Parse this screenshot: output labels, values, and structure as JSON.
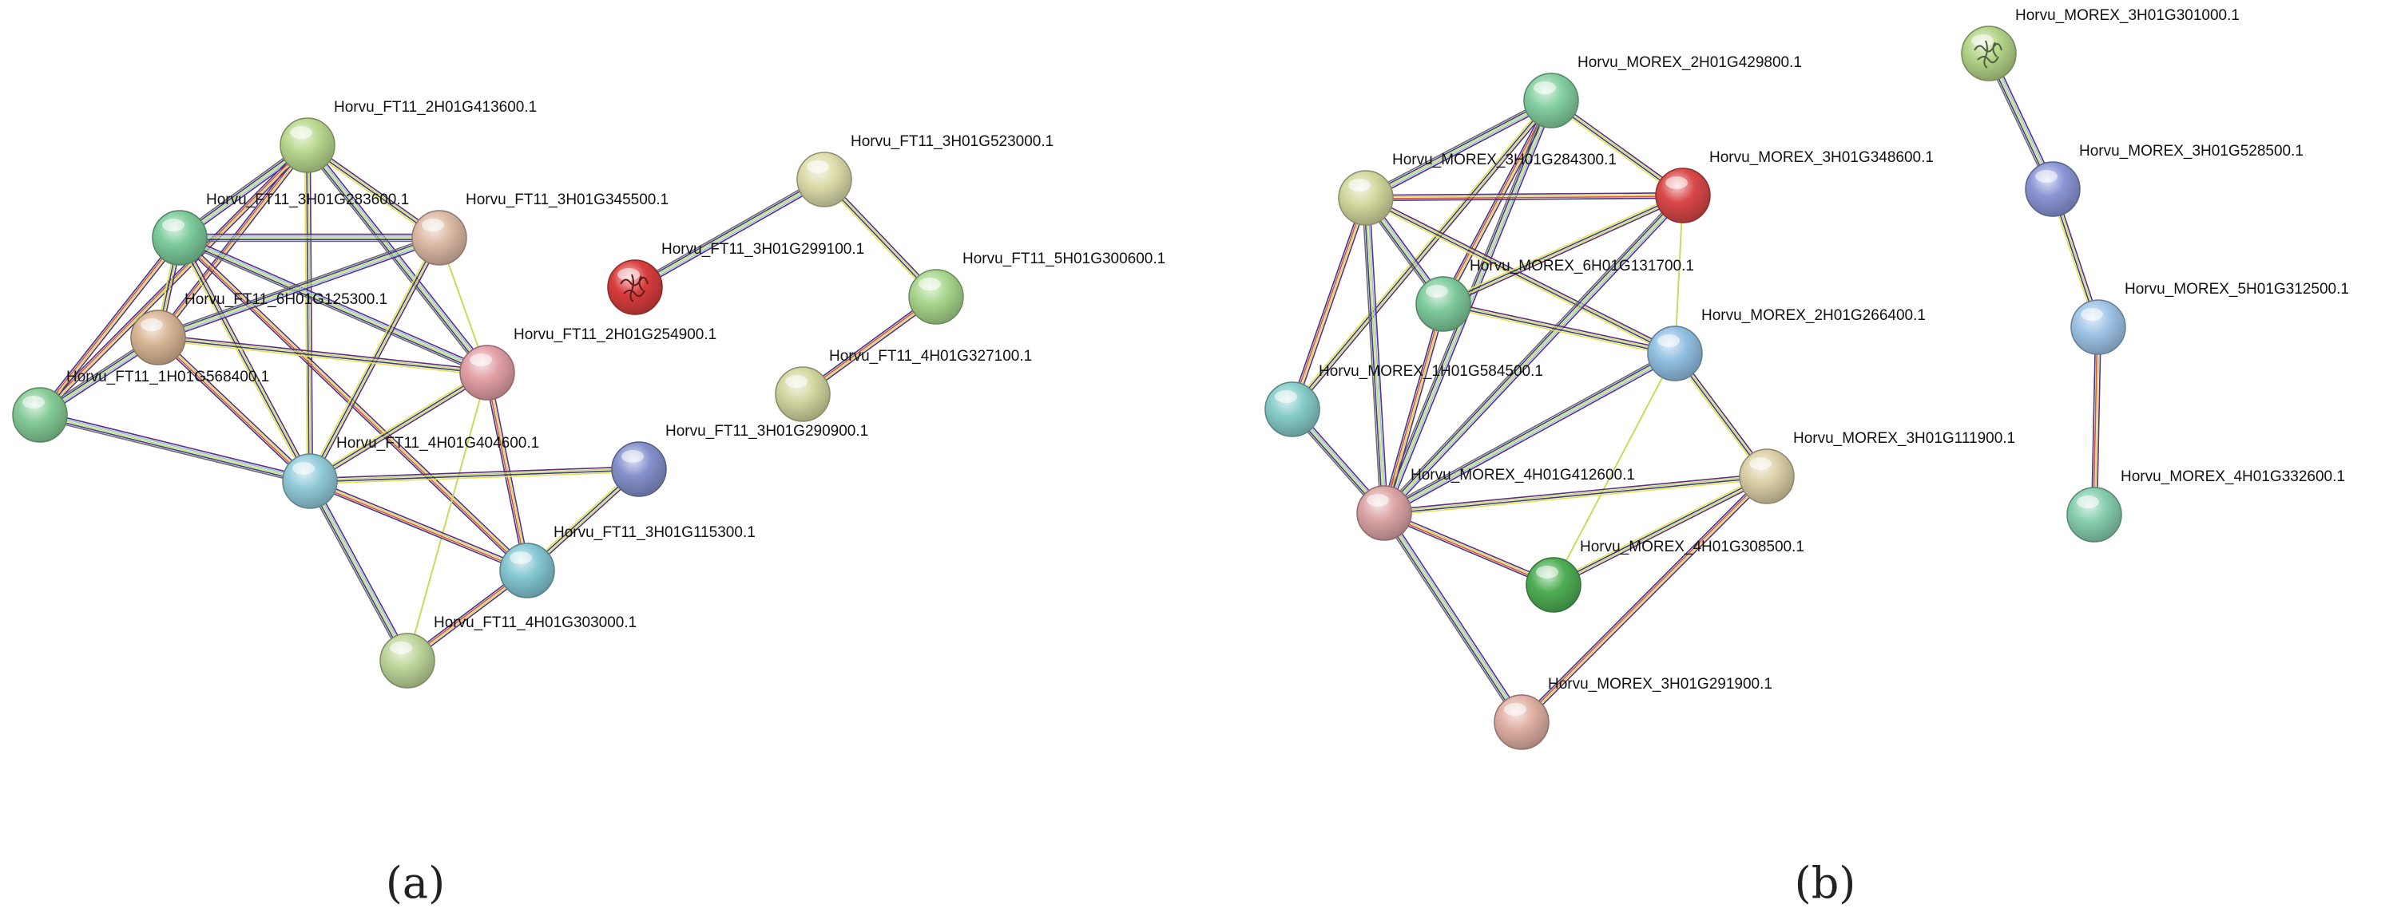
{
  "panels": [
    {
      "id": "a",
      "caption": "(a)",
      "nodes": [
        {
          "id": "Horvu_FT11_2H01G413600.1",
          "label": "Horvu_FT11_2H01G413600.1",
          "color": "#b9d88e"
        },
        {
          "id": "Horvu_FT11_3H01G283600.1",
          "label": "Horvu_FT11_3H01G283600.1",
          "color": "#7ccb9b"
        },
        {
          "id": "Horvu_FT11_3H01G345500.1",
          "label": "Horvu_FT11_3H01G345500.1",
          "color": "#dcb9a5"
        },
        {
          "id": "Horvu_FT11_6H01G125300.1",
          "label": "Horvu_FT11_6H01G125300.1",
          "color": "#d7b595"
        },
        {
          "id": "Horvu_FT11_1H01G568400.1",
          "label": "Horvu_FT11_1H01G568400.1",
          "color": "#85cc97"
        },
        {
          "id": "Horvu_FT11_2H01G254900.1",
          "label": "Horvu_FT11_2H01G254900.1",
          "color": "#e2a0a6"
        },
        {
          "id": "Horvu_FT11_4H01G404600.1",
          "label": "Horvu_FT11_4H01G404600.1",
          "color": "#92cbd9"
        },
        {
          "id": "Horvu_FT11_3H01G290900.1",
          "label": "Horvu_FT11_3H01G290900.1",
          "color": "#8591cc"
        },
        {
          "id": "Horvu_FT11_3H01G115300.1",
          "label": "Horvu_FT11_3H01G115300.1",
          "color": "#84c7d2"
        },
        {
          "id": "Horvu_FT11_4H01G303000.1",
          "label": "Horvu_FT11_4H01G303000.1",
          "color": "#bed59a"
        },
        {
          "id": "Horvu_FT11_3H01G523000.1",
          "label": "Horvu_FT11_3H01G523000.1",
          "color": "#dcdcaa"
        },
        {
          "id": "Horvu_FT11_3H01G299100.1",
          "label": "Horvu_FT11_3H01G299100.1",
          "color": "#d93d3d",
          "structure": true
        },
        {
          "id": "Horvu_FT11_5H01G300600.1",
          "label": "Horvu_FT11_5H01G300600.1",
          "color": "#a8d68c"
        },
        {
          "id": "Horvu_FT11_4H01G327100.1",
          "label": "Horvu_FT11_4H01G327100.1",
          "color": "#d2d7a0"
        }
      ],
      "edges": [
        {
          "from": "Horvu_FT11_2H01G413600.1",
          "to": "Horvu_FT11_3H01G283600.1"
        },
        {
          "from": "Horvu_FT11_2H01G413600.1",
          "to": "Horvu_FT11_3H01G345500.1"
        },
        {
          "from": "Horvu_FT11_2H01G413600.1",
          "to": "Horvu_FT11_6H01G125300.1"
        },
        {
          "from": "Horvu_FT11_2H01G413600.1",
          "to": "Horvu_FT11_2H01G254900.1"
        },
        {
          "from": "Horvu_FT11_2H01G413600.1",
          "to": "Horvu_FT11_4H01G404600.1"
        },
        {
          "from": "Horvu_FT11_2H01G413600.1",
          "to": "Horvu_FT11_1H01G568400.1"
        },
        {
          "from": "Horvu_FT11_3H01G283600.1",
          "to": "Horvu_FT11_3H01G345500.1"
        },
        {
          "from": "Horvu_FT11_3H01G283600.1",
          "to": "Horvu_FT11_6H01G125300.1"
        },
        {
          "from": "Horvu_FT11_3H01G283600.1",
          "to": "Horvu_FT11_1H01G568400.1"
        },
        {
          "from": "Horvu_FT11_3H01G283600.1",
          "to": "Horvu_FT11_2H01G254900.1"
        },
        {
          "from": "Horvu_FT11_3H01G283600.1",
          "to": "Horvu_FT11_4H01G404600.1"
        },
        {
          "from": "Horvu_FT11_3H01G283600.1",
          "to": "Horvu_FT11_3H01G115300.1"
        },
        {
          "from": "Horvu_FT11_3H01G345500.1",
          "to": "Horvu_FT11_6H01G125300.1"
        },
        {
          "from": "Horvu_FT11_3H01G345500.1",
          "to": "Horvu_FT11_4H01G404600.1"
        },
        {
          "from": "Horvu_FT11_3H01G345500.1",
          "to": "Horvu_FT11_2H01G254900.1",
          "type": "single"
        },
        {
          "from": "Horvu_FT11_6H01G125300.1",
          "to": "Horvu_FT11_1H01G568400.1"
        },
        {
          "from": "Horvu_FT11_6H01G125300.1",
          "to": "Horvu_FT11_2H01G254900.1"
        },
        {
          "from": "Horvu_FT11_6H01G125300.1",
          "to": "Horvu_FT11_4H01G404600.1"
        },
        {
          "from": "Horvu_FT11_1H01G568400.1",
          "to": "Horvu_FT11_4H01G404600.1"
        },
        {
          "from": "Horvu_FT11_2H01G254900.1",
          "to": "Horvu_FT11_4H01G404600.1"
        },
        {
          "from": "Horvu_FT11_2H01G254900.1",
          "to": "Horvu_FT11_3H01G115300.1"
        },
        {
          "from": "Horvu_FT11_2H01G254900.1",
          "to": "Horvu_FT11_4H01G303000.1",
          "type": "single"
        },
        {
          "from": "Horvu_FT11_4H01G404600.1",
          "to": "Horvu_FT11_3H01G290900.1"
        },
        {
          "from": "Horvu_FT11_4H01G404600.1",
          "to": "Horvu_FT11_3H01G115300.1"
        },
        {
          "from": "Horvu_FT11_4H01G404600.1",
          "to": "Horvu_FT11_4H01G303000.1"
        },
        {
          "from": "Horvu_FT11_3H01G290900.1",
          "to": "Horvu_FT11_3H01G115300.1"
        },
        {
          "from": "Horvu_FT11_3H01G115300.1",
          "to": "Horvu_FT11_4H01G303000.1"
        },
        {
          "from": "Horvu_FT11_3H01G523000.1",
          "to": "Horvu_FT11_3H01G299100.1"
        },
        {
          "from": "Horvu_FT11_3H01G523000.1",
          "to": "Horvu_FT11_5H01G300600.1"
        },
        {
          "from": "Horvu_FT11_5H01G300600.1",
          "to": "Horvu_FT11_4H01G327100.1"
        }
      ]
    },
    {
      "id": "b",
      "caption": "(b)",
      "nodes": [
        {
          "id": "Horvu_MOREX_2H01G429800.1",
          "label": "Horvu_MOREX_2H01G429800.1",
          "color": "#84cfa0"
        },
        {
          "id": "Horvu_MOREX_3H01G284300.1",
          "label": "Horvu_MOREX_3H01G284300.1",
          "color": "#d3d89e"
        },
        {
          "id": "Horvu_MOREX_3H01G348600.1",
          "label": "Horvu_MOREX_3H01G348600.1",
          "color": "#d94848"
        },
        {
          "id": "Horvu_MOREX_6H01G131700.1",
          "label": "Horvu_MOREX_6H01G131700.1",
          "color": "#7fcb9c"
        },
        {
          "id": "Horvu_MOREX_2H01G266400.1",
          "label": "Horvu_MOREX_2H01G266400.1",
          "color": "#92c0e2"
        },
        {
          "id": "Horvu_MOREX_1H01G584500.1",
          "label": "Horvu_MOREX_1H01G584500.1",
          "color": "#86ccc9"
        },
        {
          "id": "Horvu_MOREX_3H01G111900.1",
          "label": "Horvu_MOREX_3H01G111900.1",
          "color": "#dbcfa6"
        },
        {
          "id": "Horvu_MOREX_4H01G412600.1",
          "label": "Horvu_MOREX_4H01G412600.1",
          "color": "#dca4a6"
        },
        {
          "id": "Horvu_MOREX_4H01G308500.1",
          "label": "Horvu_MOREX_4H01G308500.1",
          "color": "#4fae55"
        },
        {
          "id": "Horvu_MOREX_3H01G291900.1",
          "label": "Horvu_MOREX_3H01G291900.1",
          "color": "#e0b0a4"
        },
        {
          "id": "Horvu_MOREX_3H01G301000.1",
          "label": "Horvu_MOREX_3H01G301000.1",
          "color": "#b4d488",
          "structure": true
        },
        {
          "id": "Horvu_MOREX_3H01G528500.1",
          "label": "Horvu_MOREX_3H01G528500.1",
          "color": "#8b96d6"
        },
        {
          "id": "Horvu_MOREX_5H01G312500.1",
          "label": "Horvu_MOREX_5H01G312500.1",
          "color": "#9ec4e6"
        },
        {
          "id": "Horvu_MOREX_4H01G332600.1",
          "label": "Horvu_MOREX_4H01G332600.1",
          "color": "#86cfae"
        }
      ],
      "edges": [
        {
          "from": "Horvu_MOREX_2H01G429800.1",
          "to": "Horvu_MOREX_3H01G284300.1"
        },
        {
          "from": "Horvu_MOREX_2H01G429800.1",
          "to": "Horvu_MOREX_3H01G348600.1"
        },
        {
          "from": "Horvu_MOREX_2H01G429800.1",
          "to": "Horvu_MOREX_6H01G131700.1"
        },
        {
          "from": "Horvu_MOREX_2H01G429800.1",
          "to": "Horvu_MOREX_4H01G412600.1"
        },
        {
          "from": "Horvu_MOREX_2H01G429800.1",
          "to": "Horvu_MOREX_1H01G584500.1"
        },
        {
          "from": "Horvu_MOREX_3H01G284300.1",
          "to": "Horvu_MOREX_3H01G348600.1"
        },
        {
          "from": "Horvu_MOREX_3H01G284300.1",
          "to": "Horvu_MOREX_6H01G131700.1"
        },
        {
          "from": "Horvu_MOREX_3H01G284300.1",
          "to": "Horvu_MOREX_2H01G266400.1"
        },
        {
          "from": "Horvu_MOREX_3H01G284300.1",
          "to": "Horvu_MOREX_1H01G584500.1"
        },
        {
          "from": "Horvu_MOREX_3H01G284300.1",
          "to": "Horvu_MOREX_4H01G412600.1"
        },
        {
          "from": "Horvu_MOREX_3H01G348600.1",
          "to": "Horvu_MOREX_6H01G131700.1"
        },
        {
          "from": "Horvu_MOREX_3H01G348600.1",
          "to": "Horvu_MOREX_2H01G266400.1",
          "type": "single"
        },
        {
          "from": "Horvu_MOREX_3H01G348600.1",
          "to": "Horvu_MOREX_4H01G412600.1"
        },
        {
          "from": "Horvu_MOREX_6H01G131700.1",
          "to": "Horvu_MOREX_2H01G266400.1"
        },
        {
          "from": "Horvu_MOREX_6H01G131700.1",
          "to": "Horvu_MOREX_4H01G412600.1"
        },
        {
          "from": "Horvu_MOREX_2H01G266400.1",
          "to": "Horvu_MOREX_4H01G412600.1"
        },
        {
          "from": "Horvu_MOREX_2H01G266400.1",
          "to": "Horvu_MOREX_3H01G111900.1"
        },
        {
          "from": "Horvu_MOREX_2H01G266400.1",
          "to": "Horvu_MOREX_4H01G308500.1",
          "type": "single"
        },
        {
          "from": "Horvu_MOREX_1H01G584500.1",
          "to": "Horvu_MOREX_4H01G412600.1"
        },
        {
          "from": "Horvu_MOREX_4H01G412600.1",
          "to": "Horvu_MOREX_3H01G111900.1"
        },
        {
          "from": "Horvu_MOREX_4H01G412600.1",
          "to": "Horvu_MOREX_4H01G308500.1"
        },
        {
          "from": "Horvu_MOREX_4H01G412600.1",
          "to": "Horvu_MOREX_3H01G291900.1"
        },
        {
          "from": "Horvu_MOREX_3H01G111900.1",
          "to": "Horvu_MOREX_4H01G308500.1"
        },
        {
          "from": "Horvu_MOREX_3H01G111900.1",
          "to": "Horvu_MOREX_3H01G291900.1"
        },
        {
          "from": "Horvu_MOREX_3H01G301000.1",
          "to": "Horvu_MOREX_3H01G528500.1"
        },
        {
          "from": "Horvu_MOREX_3H01G528500.1",
          "to": "Horvu_MOREX_5H01G312500.1"
        },
        {
          "from": "Horvu_MOREX_5H01G312500.1",
          "to": "Horvu_MOREX_4H01G332600.1"
        }
      ]
    }
  ],
  "edge_colors": [
    "#6b2f8f",
    "#3c3c8c",
    "#b8d84a",
    "#e8e24a",
    "#c8c8c8",
    "#e44b3a"
  ]
}
